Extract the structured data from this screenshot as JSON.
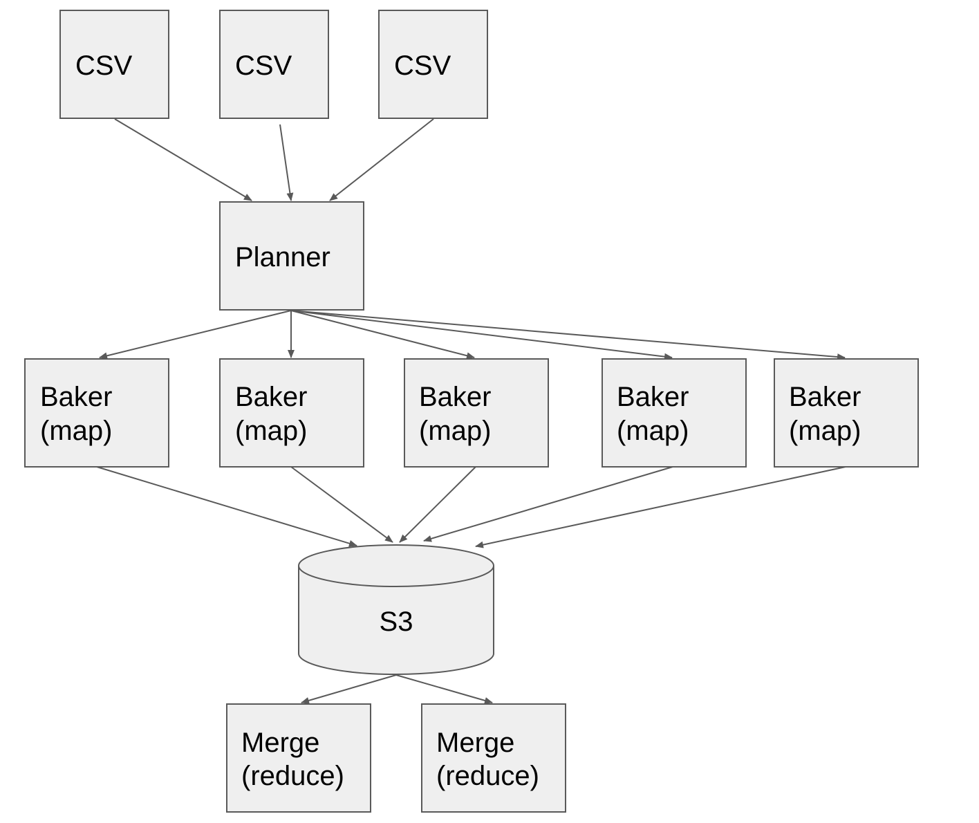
{
  "diagram": {
    "nodes": {
      "csv1": {
        "lines": [
          "CSV"
        ]
      },
      "csv2": {
        "lines": [
          "CSV"
        ]
      },
      "csv3": {
        "lines": [
          "CSV"
        ]
      },
      "planner": {
        "lines": [
          "Planner"
        ]
      },
      "baker1": {
        "lines": [
          "Baker",
          "(map)"
        ]
      },
      "baker2": {
        "lines": [
          "Baker",
          "(map)"
        ]
      },
      "baker3": {
        "lines": [
          "Baker",
          "(map)"
        ]
      },
      "baker4": {
        "lines": [
          "Baker",
          "(map)"
        ]
      },
      "baker5": {
        "lines": [
          "Baker",
          "(map)"
        ]
      },
      "s3": {
        "lines": [
          "S3"
        ]
      },
      "merge1": {
        "lines": [
          "Merge",
          "(reduce)"
        ]
      },
      "merge2": {
        "lines": [
          "Merge",
          "(reduce)"
        ]
      }
    },
    "edges": [
      {
        "from": "csv1",
        "to": "planner"
      },
      {
        "from": "csv2",
        "to": "planner"
      },
      {
        "from": "csv3",
        "to": "planner"
      },
      {
        "from": "planner",
        "to": "baker1"
      },
      {
        "from": "planner",
        "to": "baker2"
      },
      {
        "from": "planner",
        "to": "baker3"
      },
      {
        "from": "planner",
        "to": "baker4"
      },
      {
        "from": "planner",
        "to": "baker5"
      },
      {
        "from": "baker1",
        "to": "s3"
      },
      {
        "from": "baker2",
        "to": "s3"
      },
      {
        "from": "baker3",
        "to": "s3"
      },
      {
        "from": "baker4",
        "to": "s3"
      },
      {
        "from": "baker5",
        "to": "s3"
      },
      {
        "from": "s3",
        "to": "merge1"
      },
      {
        "from": "s3",
        "to": "merge2"
      }
    ]
  }
}
